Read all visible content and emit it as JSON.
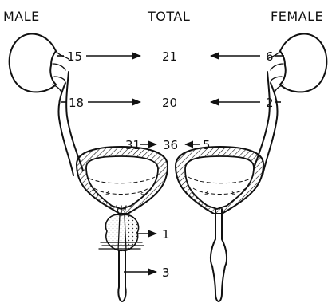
{
  "headers": {
    "male": "MALE",
    "total": "TOTAL",
    "female": "FEMALE"
  },
  "rows": {
    "kidney": {
      "male": "15",
      "total": "21",
      "female": "6"
    },
    "ureter": {
      "male": "18",
      "total": "20",
      "female": "2"
    },
    "bladder": {
      "male": "31",
      "total": "36",
      "female": "5"
    }
  },
  "male_only": {
    "prostate": "1",
    "urethra": "3"
  }
}
